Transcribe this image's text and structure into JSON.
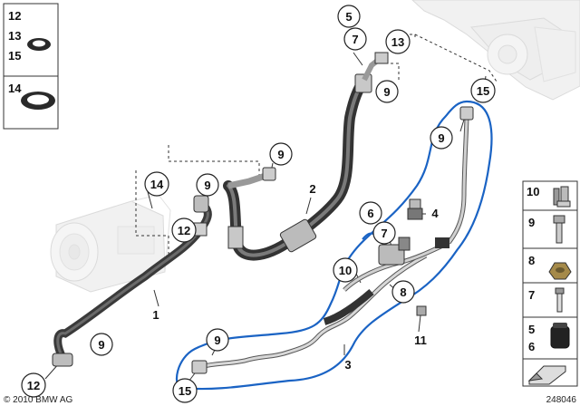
{
  "diagram_id": "248046",
  "copyright": "© 2010 BMW AG",
  "colors": {
    "highlight": "#1a63c4",
    "hose_dark": "#4a4a4a",
    "pipe_light": "#c9c9c9",
    "outline": "#222222"
  },
  "seal_legend": {
    "group1": {
      "labels": [
        "12",
        "13",
        "15"
      ]
    },
    "group2": {
      "labels": [
        "14"
      ]
    }
  },
  "side_legend": {
    "items": [
      {
        "labels": [
          "10"
        ],
        "icon": "bracket-clip-icon"
      },
      {
        "labels": [
          "9"
        ],
        "icon": "bolt-icon"
      },
      {
        "labels": [
          "8"
        ],
        "icon": "hex-nut-icon"
      },
      {
        "labels": [
          "7"
        ],
        "icon": "valve-insert-icon"
      },
      {
        "labels": [
          "5",
          "6"
        ],
        "icon": "cap-icon"
      },
      {
        "labels": [
          ""
        ],
        "icon": "arrow-icon"
      }
    ]
  },
  "callouts": [
    {
      "id": "c5",
      "text": "5"
    },
    {
      "id": "c7a",
      "text": "7"
    },
    {
      "id": "c13",
      "text": "13"
    },
    {
      "id": "c9a",
      "text": "9"
    },
    {
      "id": "c15a",
      "text": "15"
    },
    {
      "id": "c9b",
      "text": "9"
    },
    {
      "id": "c9c",
      "text": "9"
    },
    {
      "id": "c2",
      "text": "2"
    },
    {
      "id": "c14",
      "text": "14"
    },
    {
      "id": "c9d",
      "text": "9"
    },
    {
      "id": "c12a",
      "text": "12"
    },
    {
      "id": "c4",
      "text": "4"
    },
    {
      "id": "c6",
      "text": "6"
    },
    {
      "id": "c7b",
      "text": "7"
    },
    {
      "id": "c10",
      "text": "10"
    },
    {
      "id": "c8",
      "text": "8"
    },
    {
      "id": "c11",
      "text": "11"
    },
    {
      "id": "c1",
      "text": "1"
    },
    {
      "id": "c9e",
      "text": "9"
    },
    {
      "id": "c9f",
      "text": "9"
    },
    {
      "id": "c3",
      "text": "3"
    },
    {
      "id": "c12b",
      "text": "12"
    },
    {
      "id": "c15b",
      "text": "15"
    }
  ]
}
